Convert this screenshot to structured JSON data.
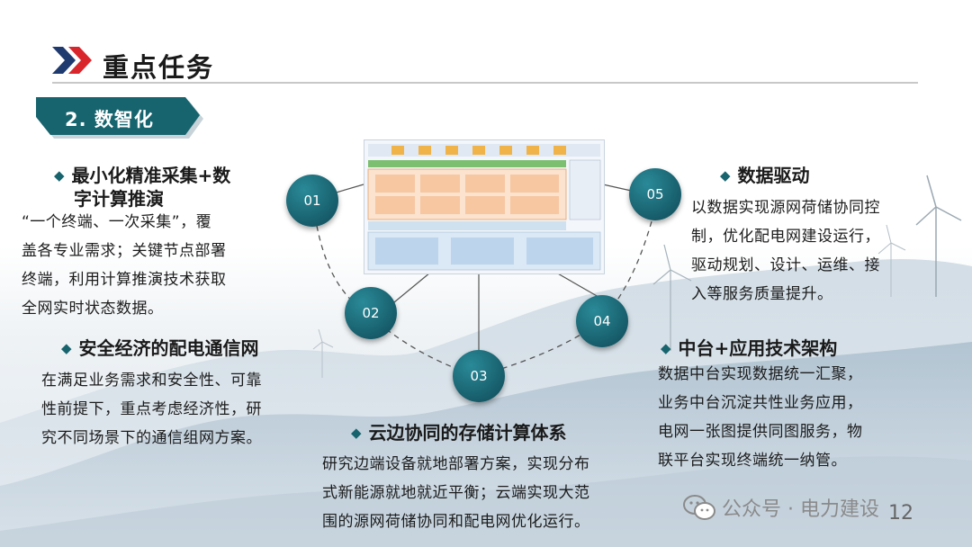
{
  "header": {
    "title": "重点任务"
  },
  "section": {
    "label": "2. 数智化"
  },
  "nodes": [
    {
      "number": "01"
    },
    {
      "number": "02"
    },
    {
      "number": "03"
    },
    {
      "number": "04"
    },
    {
      "number": "05"
    }
  ],
  "items": {
    "item1": {
      "heading_line1": "最小化精准采集+数",
      "heading_line2": "字计算推演",
      "text_lines": [
        "“一个终端、一次采集”，覆",
        "盖各专业需求；关键节点部署",
        "终端，利用计算推演技术获取",
        "全网实时状态数据。"
      ]
    },
    "item2": {
      "heading": "安全经济的配电通信网",
      "text_lines": [
        "在满足业务需求和安全性、可靠",
        "性前提下，重点考虑经济性，研",
        "究不同场景下的通信组网方案。"
      ]
    },
    "item3": {
      "heading": "云边协同的存储计算体系",
      "text_lines": [
        "研究边端设备就地部署方案，实现分布",
        "式新能源就地就近平衡；云端实现大范",
        "围的源网荷储协同和配电网优化运行。"
      ]
    },
    "item4": {
      "heading": "中台+应用技术架构",
      "text_lines": [
        "数据中台实现数据统一汇聚，",
        "业务中台沉淀共性业务应用，",
        "电网一张图提供同图服务，物",
        "联平台实现终端统一纳管。"
      ]
    },
    "item5": {
      "heading": "数据驱动",
      "text_lines": [
        "以数据实现源网荷储协同控",
        "制，优化配电网建设运行，",
        "驱动规划、设计、运维、接",
        "入等服务质量提升。"
      ]
    }
  },
  "footer": {
    "watermark": "公众号 · 电力建设",
    "page_number": "12"
  },
  "colors": {
    "accent_teal": "#17646e",
    "chevron_red": "#d9262c",
    "chevron_navy": "#1f3a6e"
  }
}
